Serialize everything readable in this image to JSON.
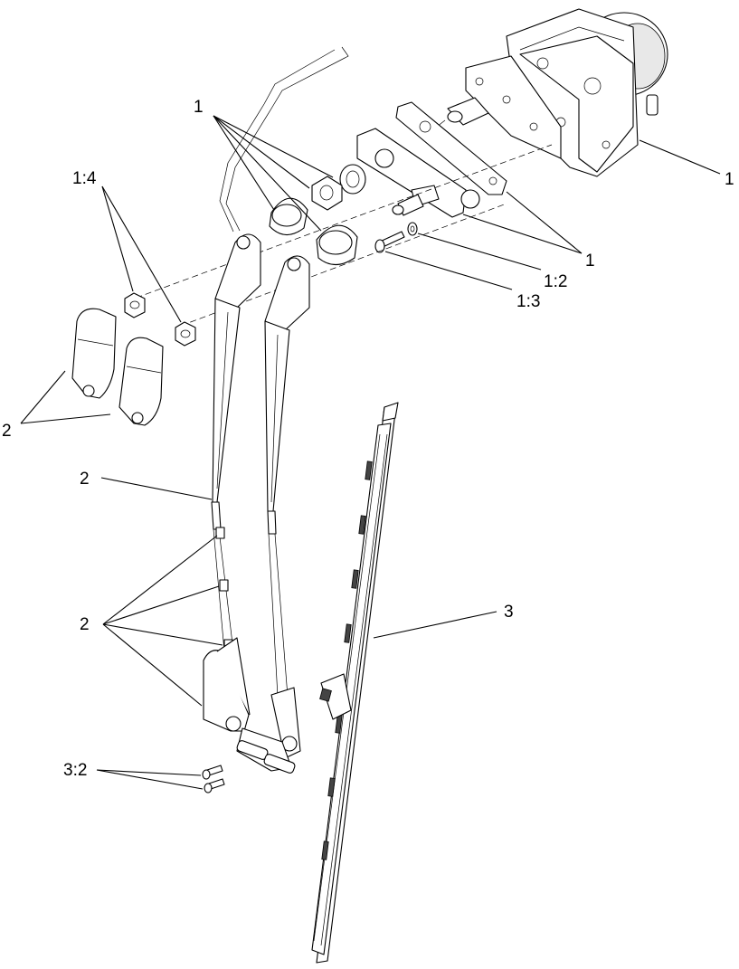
{
  "callouts": {
    "c1_top": "1",
    "c1_right": "1",
    "c1_mid": "1",
    "c1_2": "1:2",
    "c1_3": "1:3",
    "c1_4": "1:4",
    "c2_caps": "2",
    "c2_arm": "2",
    "c2_clips": "2",
    "c3": "3",
    "c3_2": "3:2"
  }
}
